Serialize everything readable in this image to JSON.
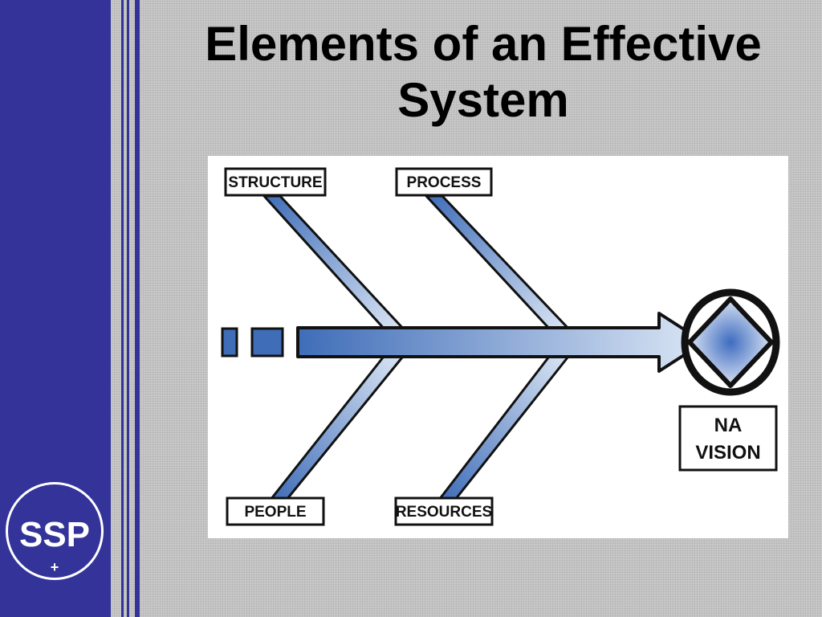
{
  "slide": {
    "title_line1": "Elements of an Effective",
    "title_line2": "System"
  },
  "logo": {
    "text": "SSP",
    "plus": "+"
  },
  "diagram": {
    "type": "fishbone",
    "causes": {
      "top_left": "STRUCTURE",
      "top_right": "PROCESS",
      "bottom_left": "PEOPLE",
      "bottom_right": "RESOURCES"
    },
    "goal": {
      "line1": "NA",
      "line2": "VISION"
    },
    "colors": {
      "spine_dark": "#3f6db8",
      "spine_light": "#dbe6f5",
      "outline": "#111111",
      "sidebar": "#33339a"
    }
  }
}
